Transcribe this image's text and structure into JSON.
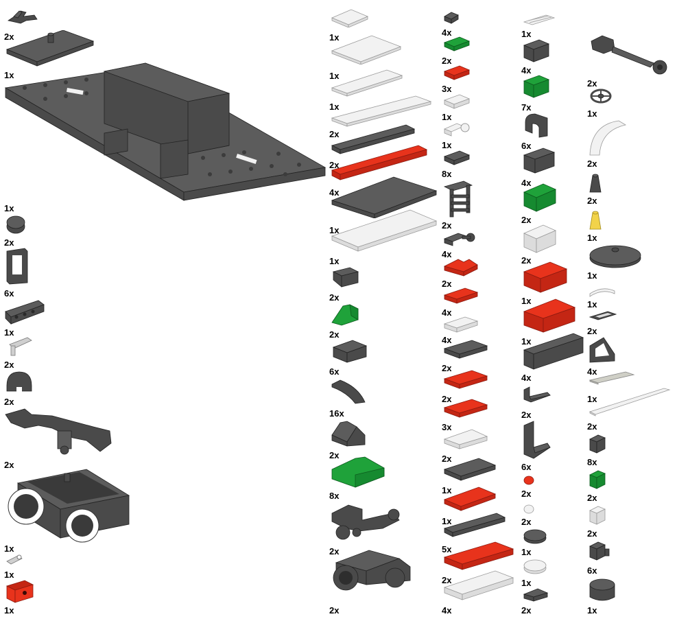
{
  "column1": [
    "2x",
    "1x",
    "1x",
    "2x",
    "6x",
    "1x",
    "2x",
    "2x",
    "2x",
    "1x",
    "1x",
    "1x"
  ],
  "column2": [
    "1x",
    "1x",
    "1x",
    "2x",
    "2x",
    "4x",
    "1x",
    "1x",
    "2x",
    "2x",
    "6x",
    "16x",
    "2x",
    "8x",
    "2x",
    "2x"
  ],
  "column3": [
    "4x",
    "2x",
    "3x",
    "1x",
    "1x",
    "8x",
    "2x",
    "4x",
    "2x",
    "4x",
    "4x",
    "2x",
    "2x",
    "3x",
    "2x",
    "1x",
    "1x",
    "5x",
    "2x",
    "4x"
  ],
  "column4": [
    "1x",
    "4x",
    "7x",
    "6x",
    "4x",
    "2x",
    "2x",
    "1x",
    "1x",
    "4x",
    "2x",
    "6x",
    "2x",
    "2x",
    "1x",
    "1x",
    "2x"
  ],
  "column5": [
    "2x",
    "1x",
    "2x",
    "2x",
    "1x",
    "1x",
    "1x",
    "2x",
    "4x",
    "1x",
    "2x",
    "8x",
    "2x",
    "2x",
    "6x",
    "1x"
  ],
  "icons": [
    "bar-holder-clip",
    "turntable-plate",
    "train-base-plate",
    "round-brick",
    "window-frame",
    "plate-with-clips",
    "lightsaber-hilt",
    "dome-brick",
    "train-bogie-arm",
    "train-motor",
    "technic-pin",
    "technic-brick",
    "plate-2x2",
    "plate-2x4",
    "plate-2x6",
    "plate-1x8",
    "plate-1x10",
    "plate-4x6",
    "plate-4x8",
    "slope-inverted",
    "slope-1x2",
    "slope-inverted-double",
    "slope-curved",
    "slope-45-2x2",
    "slope-45-2x4",
    "train-coupler",
    "train-wheel-holder",
    "plate-1x1",
    "plate-1x2",
    "plate-1x2-clip",
    "ladder",
    "plate-1x2-bar",
    "plate-2x2-rounded",
    "plate-2x3",
    "plate-2x4-small",
    "plate-1x4",
    "plate-1x6",
    "tile-grille",
    "brick-1x2",
    "arch-brick",
    "brick-1x2-green",
    "brick-2x2",
    "brick-2x4",
    "brick-1x6",
    "bracket",
    "panel-wall",
    "round-plate-1x1",
    "round-plate-2x2",
    "tap-handle",
    "steering-wheel",
    "arch-curved",
    "cone",
    "turntable-round",
    "quarter-tile",
    "printed-tile",
    "windscreen",
    "tile-1x4",
    "bar-long",
    "brick-1x1",
    "brick-1x1-clip",
    "round-brick-2x2"
  ]
}
